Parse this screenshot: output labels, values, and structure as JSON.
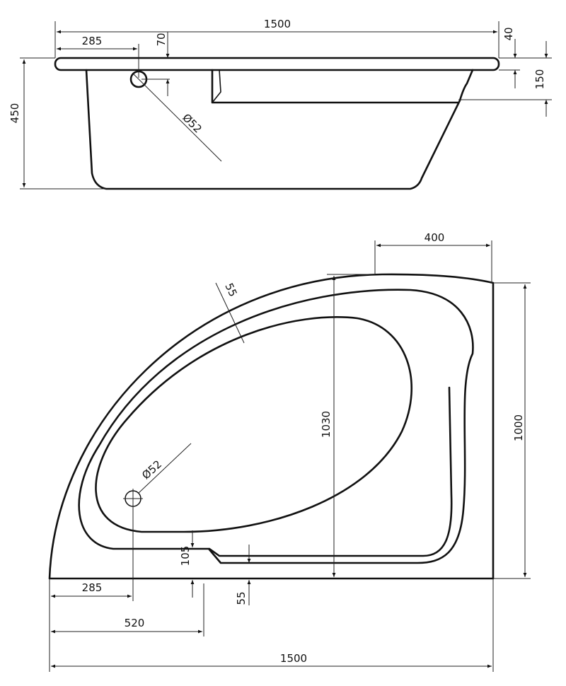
{
  "side_view": {
    "overall_length": "1500",
    "drain_offset": "285",
    "drain_height": "70",
    "rim_thickness": "40",
    "step_height": "150",
    "total_height": "450",
    "drain_diameter": "Ø52"
  },
  "plan_view": {
    "top_offset": "400",
    "depth_diagonal": "1030",
    "width": "1000",
    "rim_width": "55",
    "drain_diameter": "Ø52",
    "drain_offset": "285",
    "step_offset": "520",
    "overall_length": "1500",
    "front_rim": "105",
    "step_rim": "55"
  },
  "colors": {
    "line": "#111111",
    "background": "#ffffff"
  }
}
